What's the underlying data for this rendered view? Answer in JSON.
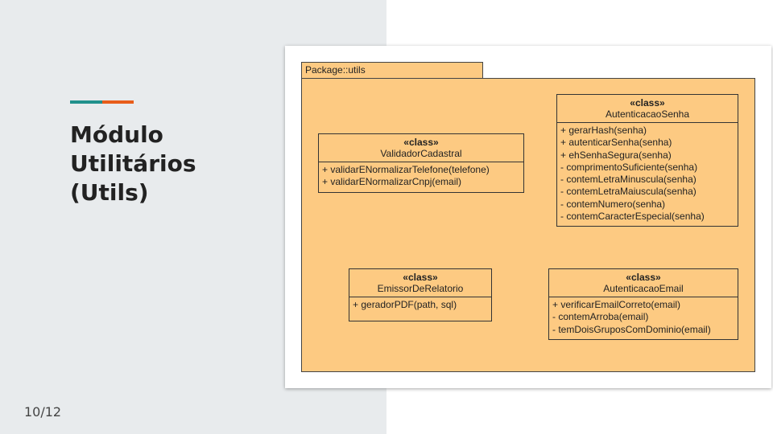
{
  "slide": {
    "title_lines": [
      "Módulo",
      "Utilitários",
      "(Utils)"
    ],
    "page_number": "10/12",
    "accent_colors": [
      "#21918c",
      "#e85d1a"
    ]
  },
  "diagram": {
    "package_label": "Package::utils",
    "package_fill": "#fdca82",
    "classes": [
      {
        "stereotype": "«class»",
        "name": "ValidadorCadastral",
        "operations": [
          "+ validarENormalizarTelefone(telefone)",
          "+ validarENormalizarCnpj(email)"
        ]
      },
      {
        "stereotype": "«class»",
        "name": "AutenticacaoSenha",
        "operations": [
          "+ gerarHash(senha)",
          "+ autenticarSenha(senha)",
          "+ ehSenhaSegura(senha)",
          "- comprimentoSuficiente(senha)",
          "- contemLetraMinuscula(senha)",
          "- contemLetraMaiuscula(senha)",
          "- contemNumero(senha)",
          "- contemCaracterEspecial(senha)"
        ]
      },
      {
        "stereotype": "«class»",
        "name": "EmissorDeRelatorio",
        "operations": [
          "+ geradorPDF(path, sql)"
        ]
      },
      {
        "stereotype": "«class»",
        "name": "AutenticacaoEmail",
        "operations": [
          "+ verificarEmailCorreto(email)",
          "- contemArroba(email)",
          "- temDoisGruposComDominio(email)"
        ]
      }
    ]
  }
}
